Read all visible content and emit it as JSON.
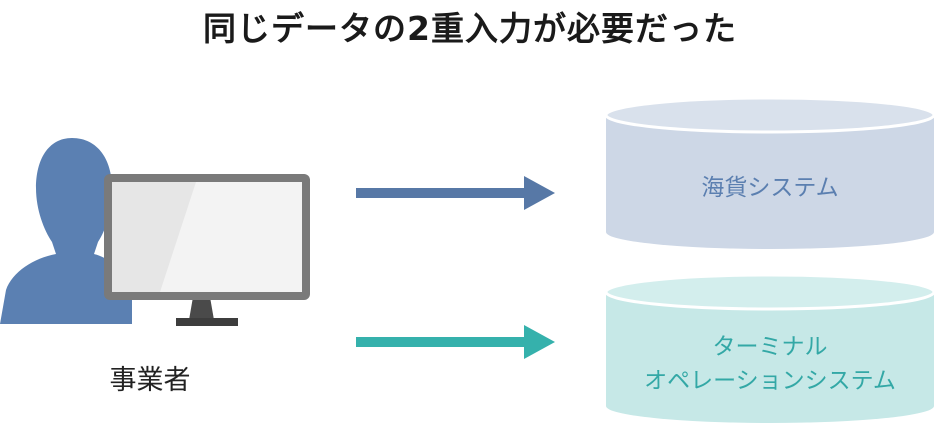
{
  "title": "同じデータの2重入力が必要だった",
  "actor": {
    "label": "事業者"
  },
  "systems": [
    {
      "label": "海貨システム",
      "color": "#cdd7e6",
      "text_color": "#5b7fb0",
      "arrow_color": "#5778a6"
    },
    {
      "label_line1": "ターミナル",
      "label_line2": "オペレーションシステム",
      "color": "#c6e8e7",
      "text_color": "#33a8a6",
      "arrow_color": "#35b1ac"
    }
  ]
}
